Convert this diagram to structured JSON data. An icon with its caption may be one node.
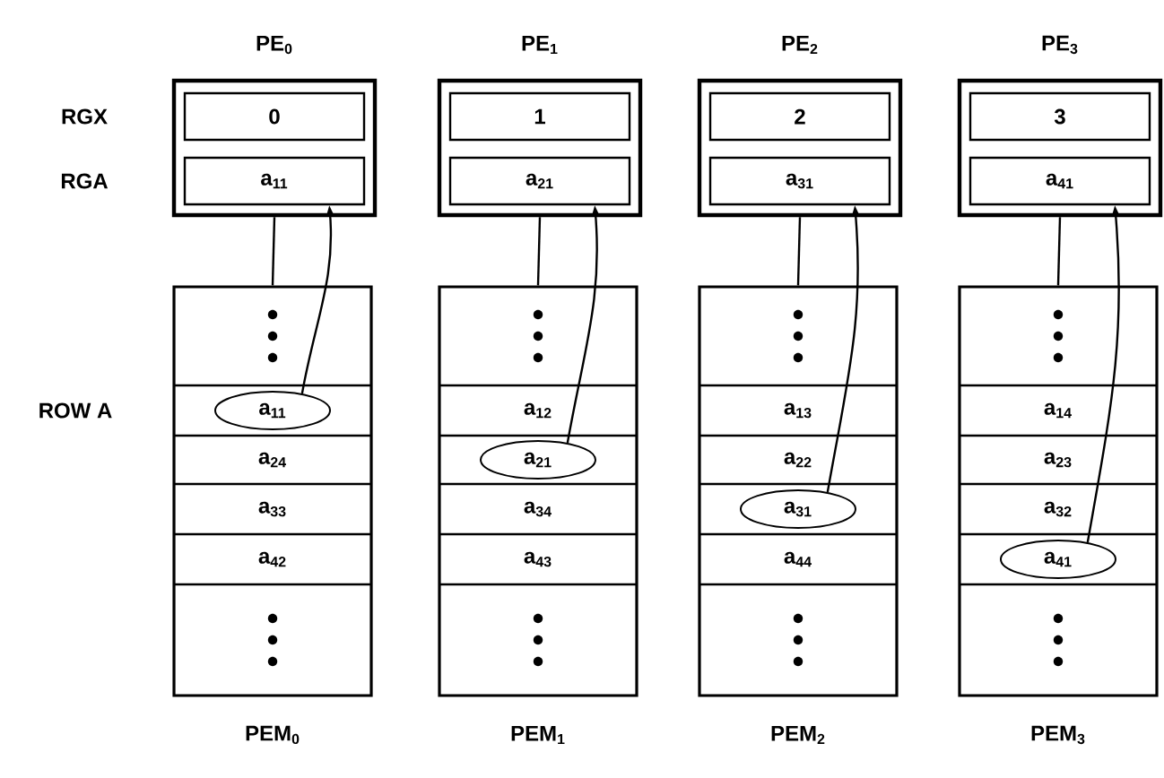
{
  "diagram": {
    "nodes": [
      {
        "text": [
          "PE$_{0}$"
        ]
      },
      {
        "text": [
          "0"
        ],
        "in": 0
      },
      {
        "text": [
          "a$_{11}$"
        ],
        "in": 0
      },
      {
        "text": [
          "PEM$_{0}$"
        ]
      },
      {
        "text": [
          "a$_{11}$"
        ],
        "in": 3
      },
      {
        "text": [
          "a$_{24}$"
        ],
        "in": 3
      },
      {
        "text": [
          "a$_{33}$"
        ],
        "in": 3
      },
      {
        "text": [
          "a$_{42}$"
        ],
        "in": 3
      },
      {
        "text": [
          "PE$_{1}$"
        ]
      },
      {
        "text": [
          "1"
        ],
        "in": 8
      },
      {
        "text": [
          "a$_{21}$"
        ],
        "in": 8
      },
      {
        "text": [
          "PEM$_{1}$"
        ]
      },
      {
        "text": [
          "a$_{12}$"
        ],
        "in": 11
      },
      {
        "text": [
          "a$_{21}$"
        ],
        "in": 11
      },
      {
        "text": [
          "a$_{34}$"
        ],
        "in": 11
      },
      {
        "text": [
          "a$_{43}$"
        ],
        "in": 11
      },
      {
        "text": [
          "PE$_{2}$"
        ]
      },
      {
        "text": [
          "2"
        ],
        "in": 16
      },
      {
        "text": [
          "a$_{31}$"
        ],
        "in": 16
      },
      {
        "text": [
          "PEM$_{2}$"
        ]
      },
      {
        "text": [
          "a$_{13}$"
        ],
        "in": 19
      },
      {
        "text": [
          "a$_{22}$"
        ],
        "in": 19
      },
      {
        "text": [
          "a$_{31}$"
        ],
        "in": 19
      },
      {
        "text": [
          "a$_{44}$"
        ],
        "in": 19
      },
      {
        "text": [
          "PE$_{3}$"
        ]
      },
      {
        "text": [
          "3"
        ],
        "in": 24
      },
      {
        "text": [
          "a$_{41}$"
        ],
        "in": 24
      },
      {
        "text": [
          "PEM$_{3}$"
        ]
      },
      {
        "text": [
          "a$_{14}$"
        ],
        "in": 27
      },
      {
        "text": [
          "a$_{23}$"
        ],
        "in": 27
      },
      {
        "text": [
          "a$_{32}$"
        ],
        "in": 27
      },
      {
        "text": [
          "a$_{41}$"
        ],
        "in": 27
      }
    ],
    "edges": [
      {
        "from": 0,
        "to": 3,
        "arrow": "none"
      },
      {
        "from": 4,
        "to": 2,
        "arrow": "to"
      },
      {
        "from": 8,
        "to": 11,
        "arrow": "none"
      },
      {
        "from": 13,
        "to": 10,
        "arrow": "to"
      },
      {
        "from": 16,
        "to": 19,
        "arrow": "none"
      },
      {
        "from": 22,
        "to": 18,
        "arrow": "to"
      },
      {
        "from": 24,
        "to": 27,
        "arrow": "none"
      },
      {
        "from": 31,
        "to": 26,
        "arrow": "to"
      }
    ],
    "labels": [
      "RGX",
      "RGA",
      "ROW A"
    ]
  }
}
